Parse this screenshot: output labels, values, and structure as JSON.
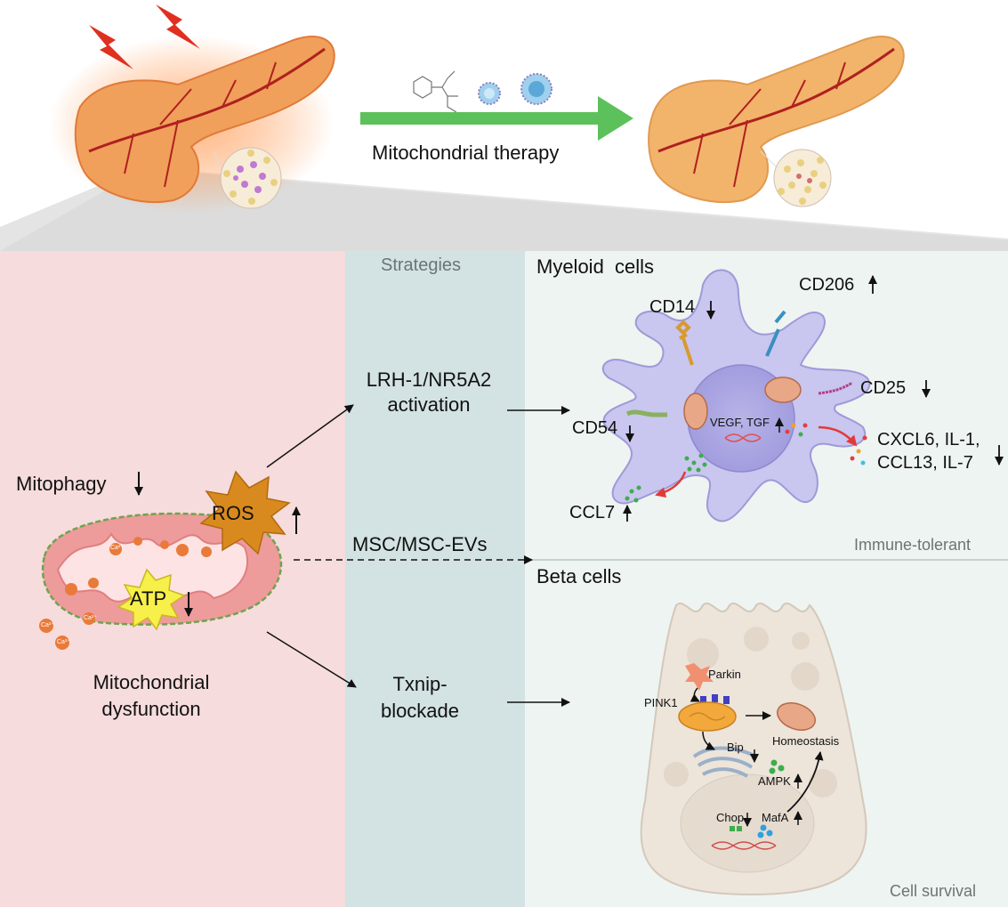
{
  "top": {
    "therapy_label": "Mitochondrial therapy"
  },
  "panels": {
    "left": {
      "mitophagy": "Mitophagy",
      "ros": "ROS",
      "atp": "ATP",
      "dysfunction_line1": "Mitochondrial",
      "dysfunction_line2": "dysfunction",
      "ca": "Ca²⁺"
    },
    "middle": {
      "title": "Strategies",
      "strategy1_line1": "LRH-1/NR5A2",
      "strategy1_line2": "activation",
      "strategy2": "MSC/MSC-EVs",
      "strategy3_line1": "Txnip-",
      "strategy3_line2": "blockade"
    },
    "myeloid": {
      "title": "Myeloid  cells",
      "cd14": "CD14",
      "cd206": "CD206",
      "cd25": "CD25",
      "cd54": "CD54",
      "vegf": "VEGF, TGF",
      "cxcl6": "CXCL6, IL-1,",
      "ccl13": "CCL13, IL-7",
      "ccl7": "CCL7",
      "footer": "Immune-tolerant"
    },
    "beta": {
      "title": "Beta cells",
      "parkin": "Parkin",
      "pink1": "PINK1",
      "bip": "Bip",
      "homeostasis": "Homeostasis",
      "ampk": "AMPK",
      "chop": "Chop",
      "mafa": "MafA",
      "footer": "Cell survival"
    }
  },
  "colors": {
    "left_bg": "#f6dcdc",
    "mid_bg": "#d3e2e3",
    "right_bg": "#eef4f1",
    "arrow_green": "#5cc15a",
    "cell_purple": "#c9c6ef"
  }
}
